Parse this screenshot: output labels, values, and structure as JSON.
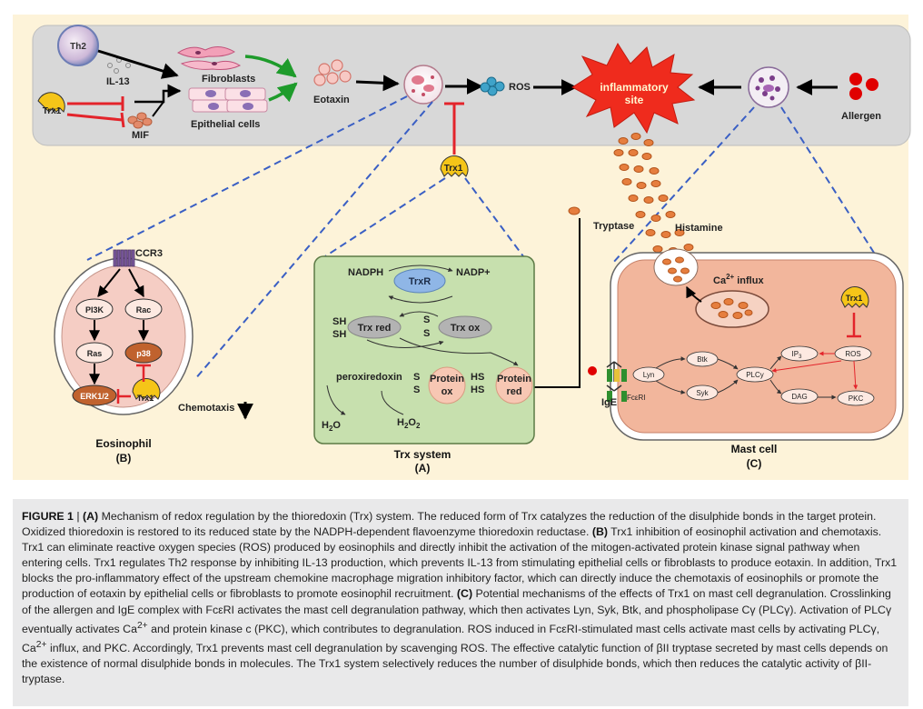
{
  "figure": {
    "top": {
      "th2": "Th2",
      "il13": "IL-13",
      "trx1": "Trx1",
      "mif": "MIF",
      "fibroblasts": "Fibroblasts",
      "epithelial": "Epithelial cells",
      "eotaxin": "Eotaxin",
      "ros": "ROS",
      "inflammatory_line1": "inflammatory",
      "inflammatory_line2": "site",
      "allergen": "Allergen"
    },
    "center_trx1": "Trx1",
    "tryptase": "Tryptase",
    "histamine": "Histamine",
    "panel_a": {
      "nadph": "NADPH",
      "nadp": "NADP+",
      "trxr": "TrxR",
      "sh1": "SH",
      "sh2": "SH",
      "trx_red": "Trx red",
      "s1": "S",
      "s2": "S",
      "trx_ox": "Trx ox",
      "peroxiredoxin": "peroxiredoxin",
      "s3": "S",
      "s4": "S",
      "protein_ox_1": "Protein",
      "protein_ox_2": "ox",
      "hs1": "HS",
      "hs2": "HS",
      "protein_red_1": "Protein",
      "protein_red_2": "red",
      "h2o": "H",
      "h2o_sub": "2",
      "h2o_tail": "O",
      "h2o2": "H",
      "h2o2_sub": "2",
      "h2o2_tail": "O",
      "h2o2_sub2": "2",
      "title": "Trx system",
      "letter": "(A)"
    },
    "panel_b": {
      "ccr3": "CCR3",
      "pi3k": "PI3K",
      "rac": "Rac",
      "ras": "Ras",
      "p38": "p38",
      "erk": "ERK1/2",
      "trx1": "Trx1",
      "chemotaxis": "Chemotaxis",
      "title": "Eosinophil",
      "letter": "(B)"
    },
    "panel_c": {
      "ca_influx": "Ca",
      "ca_sup": "2+",
      "ca_tail": " influx",
      "trx1": "Trx1",
      "btk": "Btk",
      "lyn": "Lyn",
      "syk": "Syk",
      "plcy": "PLCy",
      "ip3": "IP",
      "ip3_sub": "3",
      "ros": "ROS",
      "dag": "DAG",
      "pkc": "PKC",
      "fceri": "FcεRI",
      "ige": "IgE",
      "title": "Mast cell",
      "letter": "(C)"
    }
  },
  "caption": {
    "label": "FIGURE 1",
    "sep": " | ",
    "a": "(A)",
    "t_a": " Mechanism of redox regulation by the thioredoxin (Trx) system. The reduced form of Trx catalyzes the reduction of the disulphide bonds in the target protein. Oxidized thioredoxin is restored to its reduced state by the NADPH-dependent flavoenzyme thioredoxin reductase. ",
    "b": "(B)",
    "t_b": " Trx1 inhibition of eosinophil activation and chemotaxis. Trx1 can eliminate reactive oxygen species (ROS) produced by eosinophils and directly inhibit the activation of the mitogen-activated protein kinase signal pathway when entering cells. Trx1 regulates Th2 response by inhibiting IL-13 production, which prevents IL-13 from stimulating epithelial cells or fibroblasts to produce eotaxin. In addition, Trx1 blocks the pro-inflammatory effect of the upstream chemokine macrophage migration inhibitory factor, which can directly induce the chemotaxis of eosinophils or promote the production of eotaxin by epithelial cells or fibroblasts to promote eosinophil recruitment. ",
    "c": "(C)",
    "t_c1": " Potential mechanisms of the effects of Trx1 on mast cell degranulation. Crosslinking of the allergen and IgE complex with FcεRI activates the mast cell degranulation pathway, which then activates Lyn, Syk, Btk, and phospholipase Cγ (PLCγ). Activation of PLCγ eventually activates Ca",
    "sup1": "2+",
    "t_c2": " and protein kinase c (PKC), which contributes to degranulation. ROS induced in FcεRI-stimulated mast cells activate mast cells by activating PLCγ, Ca",
    "sup2": "2+",
    "t_c3": " influx, and PKC. Accordingly, Trx1 prevents mast cell degranulation by scavenging ROS. The effective catalytic function of βII tryptase secreted by mast cells depends on the existence of normal disulphide bonds in molecules. The Trx1 system selectively reduces the number of disulphide bonds, which then reduces the catalytic activity of βII-tryptase."
  },
  "colors": {
    "outer_bg": "#fdf3d9",
    "top_band": "#d8d8d8",
    "panel_a_bg": "#c7e0ae",
    "panel_b_bg": "#f5cdc4",
    "panel_c_bg": "#f2b69c",
    "trxr": "#8fb6e6",
    "eosinophil_brown": "#c0622e",
    "inhibit_red": "#e3242b",
    "dash_blue": "#3a5fc4",
    "trx_yellow": "#f5c518",
    "caption_bg": "#e9e9ea"
  }
}
